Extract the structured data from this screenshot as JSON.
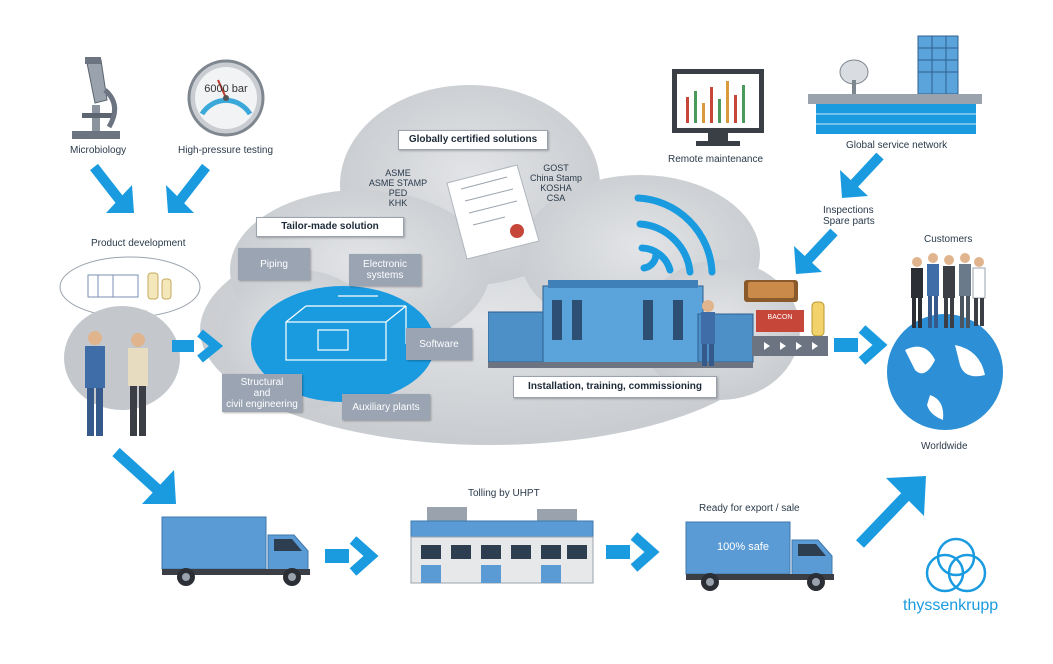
{
  "colors": {
    "accent": "#1a9be0",
    "cloud": "#cdd0d4",
    "machine": "#5aa3db",
    "truck": "#5b9bd5",
    "grey_box": "#9aa4b3",
    "brand": "#1a9be0"
  },
  "labels": {
    "microbiology": "Microbiology",
    "high_pressure": "High-pressure testing",
    "gauge_value": "6000 bar",
    "product_dev": "Product development",
    "remote": "Remote maintenance",
    "global_service": "Global service network",
    "inspections": "Inspections",
    "spare_parts": "Spare parts",
    "customers": "Customers",
    "worldwide": "Worldwide",
    "tolling": "Tolling by UHPT",
    "ready": "Ready for export / sale",
    "safe": "100% safe",
    "bacon": "BACON",
    "brand": "thyssenkrupp"
  },
  "cloud_boxes": {
    "certified": "Globally certified solutions",
    "tailor": "Tailor-made solution",
    "install": "Installation, training, commissioning"
  },
  "certs_left": [
    "ASME",
    "ASME STAMP",
    "PED",
    "KHK"
  ],
  "certs_right": [
    "GOST",
    "China Stamp",
    "KOSHA",
    "CSA"
  ],
  "components": {
    "piping": "Piping",
    "electronic_1": "Electronic",
    "electronic_2": "systems",
    "software": "Software",
    "structural_1": "Structural",
    "structural_2": "and",
    "structural_3": "civil engineering",
    "auxiliary": "Auxiliary plants"
  }
}
